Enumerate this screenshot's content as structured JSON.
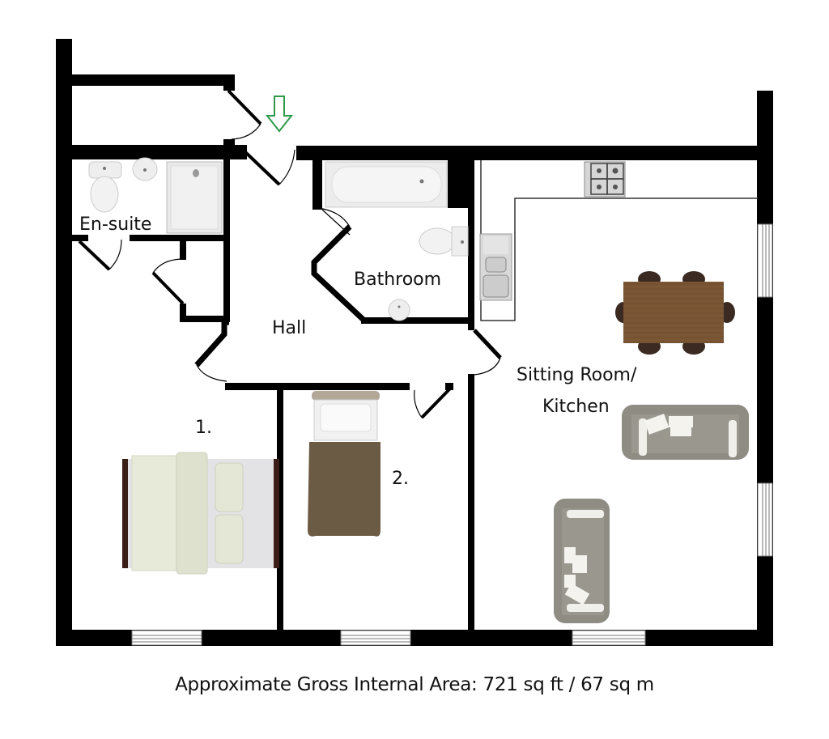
{
  "rooms": {
    "ensuite": "En-suite",
    "bathroom": "Bathroom",
    "hall": "Hall",
    "bedroom1": "1.",
    "bedroom2": "2.",
    "sitting_line1": "Sitting Room/",
    "sitting_line2": "Kitchen"
  },
  "caption": "Approximate Gross Internal Area: 721 sq ft / 67 sq m",
  "icons": {
    "entrance": "entrance-arrow-icon"
  },
  "colors": {
    "wall": "#000000",
    "entrance_arrow": "#2e9a4a",
    "sofa": "#8f8c84",
    "table": "#7a5634",
    "double_bed_frame": "#3b1f16",
    "single_bed_cover": "#6b5a44",
    "sanitary": "#e6e6e6"
  }
}
